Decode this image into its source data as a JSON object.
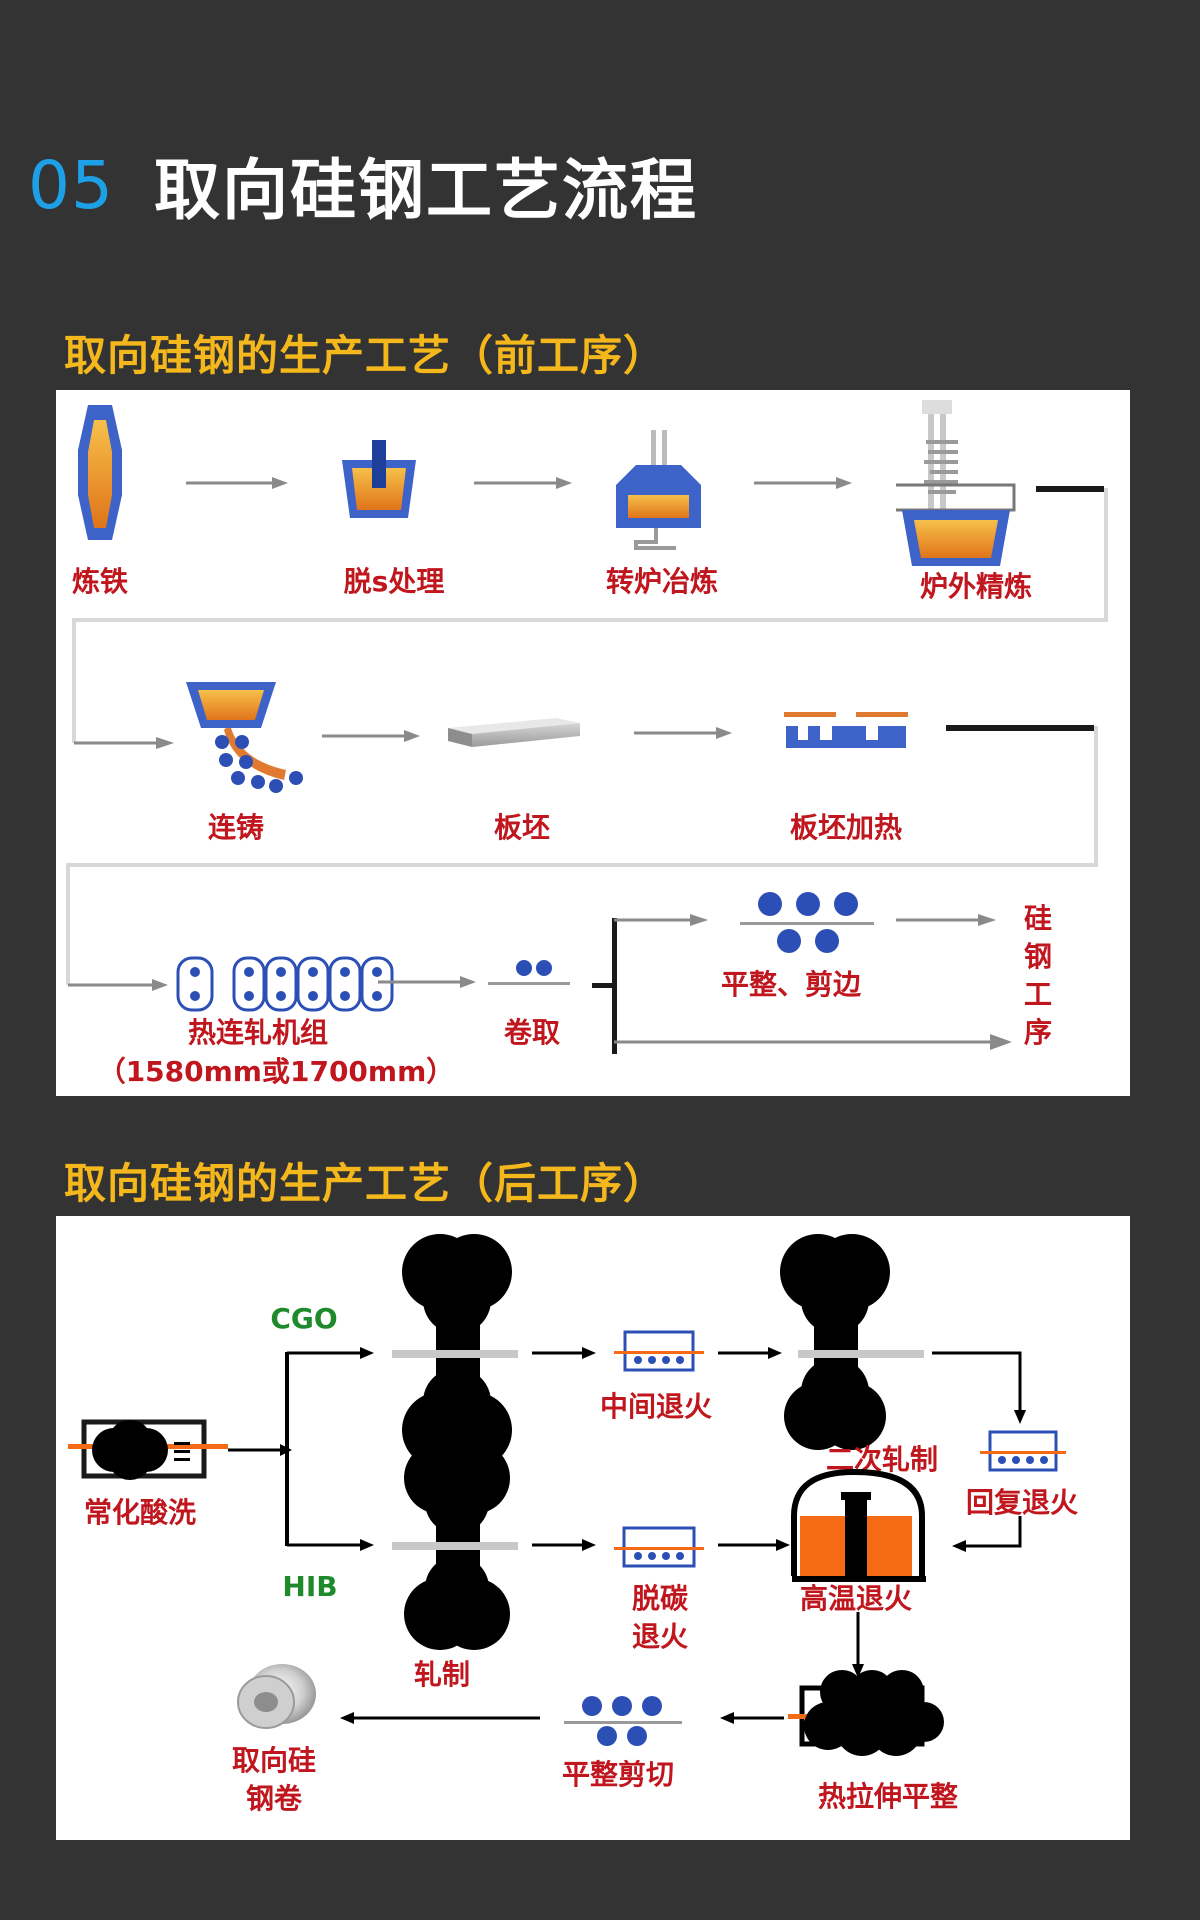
{
  "header": {
    "number": "05",
    "title": "取向硅钢工艺流程"
  },
  "section1": {
    "title": "取向硅钢的生产工艺（前工序）",
    "steps": {
      "ironmaking": "炼铁",
      "desulfurization": "脱s处理",
      "converter": "转炉冶炼",
      "refining": "炉外精炼",
      "casting": "连铸",
      "slab": "板坯",
      "slab_heating": "板坯加热",
      "hot_mill": "热连轧机组",
      "hot_mill_size": "（1580mm或1700mm）",
      "coiling": "卷取",
      "flatten_trim": "平整、剪边",
      "silicon_process": [
        "硅",
        "钢",
        "工",
        "序"
      ]
    }
  },
  "section2": {
    "title": "取向硅钢的生产工艺（后工序）",
    "branch_top": "CGO",
    "branch_bottom": "HIB",
    "steps": {
      "normalize_pickle": "常化酸洗",
      "intermediate_anneal": "中间退火",
      "second_roll": "二次轧制",
      "recovery_anneal": "回复退火",
      "rolling": "轧制",
      "decarb_1": "脱碳",
      "decarb_2": "退火",
      "high_temp_anneal": "高温退火",
      "flatten_cut": "平整剪切",
      "hot_stretch": "热拉伸平整",
      "final_1": "取向硅",
      "final_2": "钢卷"
    }
  },
  "colors": {
    "background": "#333333",
    "accent_blue": "#1ea0e6",
    "section_title": "#f5b81c",
    "label_red": "#c0161e",
    "label_green": "#1f8a2c",
    "steel_blue": "#2c4fb5",
    "molten_orange": "#f08a1c",
    "annealing_orange": "#f56a14"
  }
}
